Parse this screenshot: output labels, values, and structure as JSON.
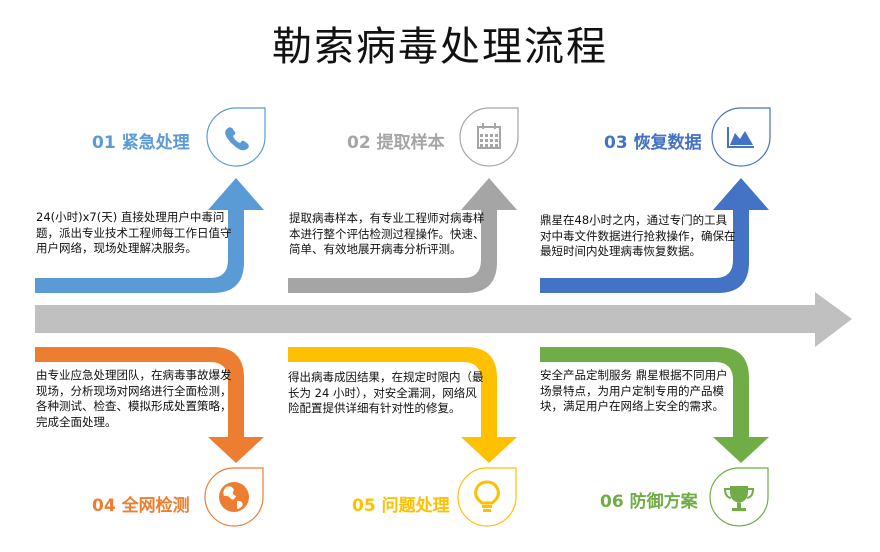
{
  "title": "勒索病毒处理流程",
  "colors": {
    "s1": "#5b9bd5",
    "s2": "#a5a5a5",
    "s3": "#4472c4",
    "s4": "#ed7d31",
    "s5": "#ffc000",
    "s6": "#70ad47",
    "main_arrow": "#c0c0c0"
  },
  "steps": [
    {
      "label": "01 紧急处理",
      "icon": "phone-icon",
      "text": "24(小时)x7(天) 直接处理用户中毒问题，派出专业技术工程师每工作日值守用户网络，现场处理解决服务。"
    },
    {
      "label": "02 提取样本",
      "icon": "calendar-icon",
      "text": "提取病毒样本，有专业工程师对病毒样本进行整个评估检测过程操作。快速、简单、有效地展开病毒分析评测。"
    },
    {
      "label": "03 恢复数据",
      "icon": "area-chart-icon",
      "text": "鼎星在48小时之内，通过专门的工具对中毒文件数据进行抢救操作，确保在最短时间内处理病毒恢复数据。"
    },
    {
      "label": "04 全网检测",
      "icon": "globe-icon",
      "text": "由专业应急处理团队，在病毒事故爆发现场，分析现场对网络进行全面检测，各种测试、检查、模拟形成处置策略，完成全面处理。"
    },
    {
      "label": "05 问题处理",
      "icon": "lightbulb-icon",
      "text": "得出病毒成因结果，在规定时限内（最长为 24 小时），对安全漏洞，网络风险配置提供详细有针对性的修复。"
    },
    {
      "label": "06 防御方案",
      "icon": "trophy-icon",
      "text": "安全产品定制服务 鼎星根据不同用户场景特点，为用户定制专用的产品模块，满足用户在网络上安全的需求。"
    }
  ]
}
